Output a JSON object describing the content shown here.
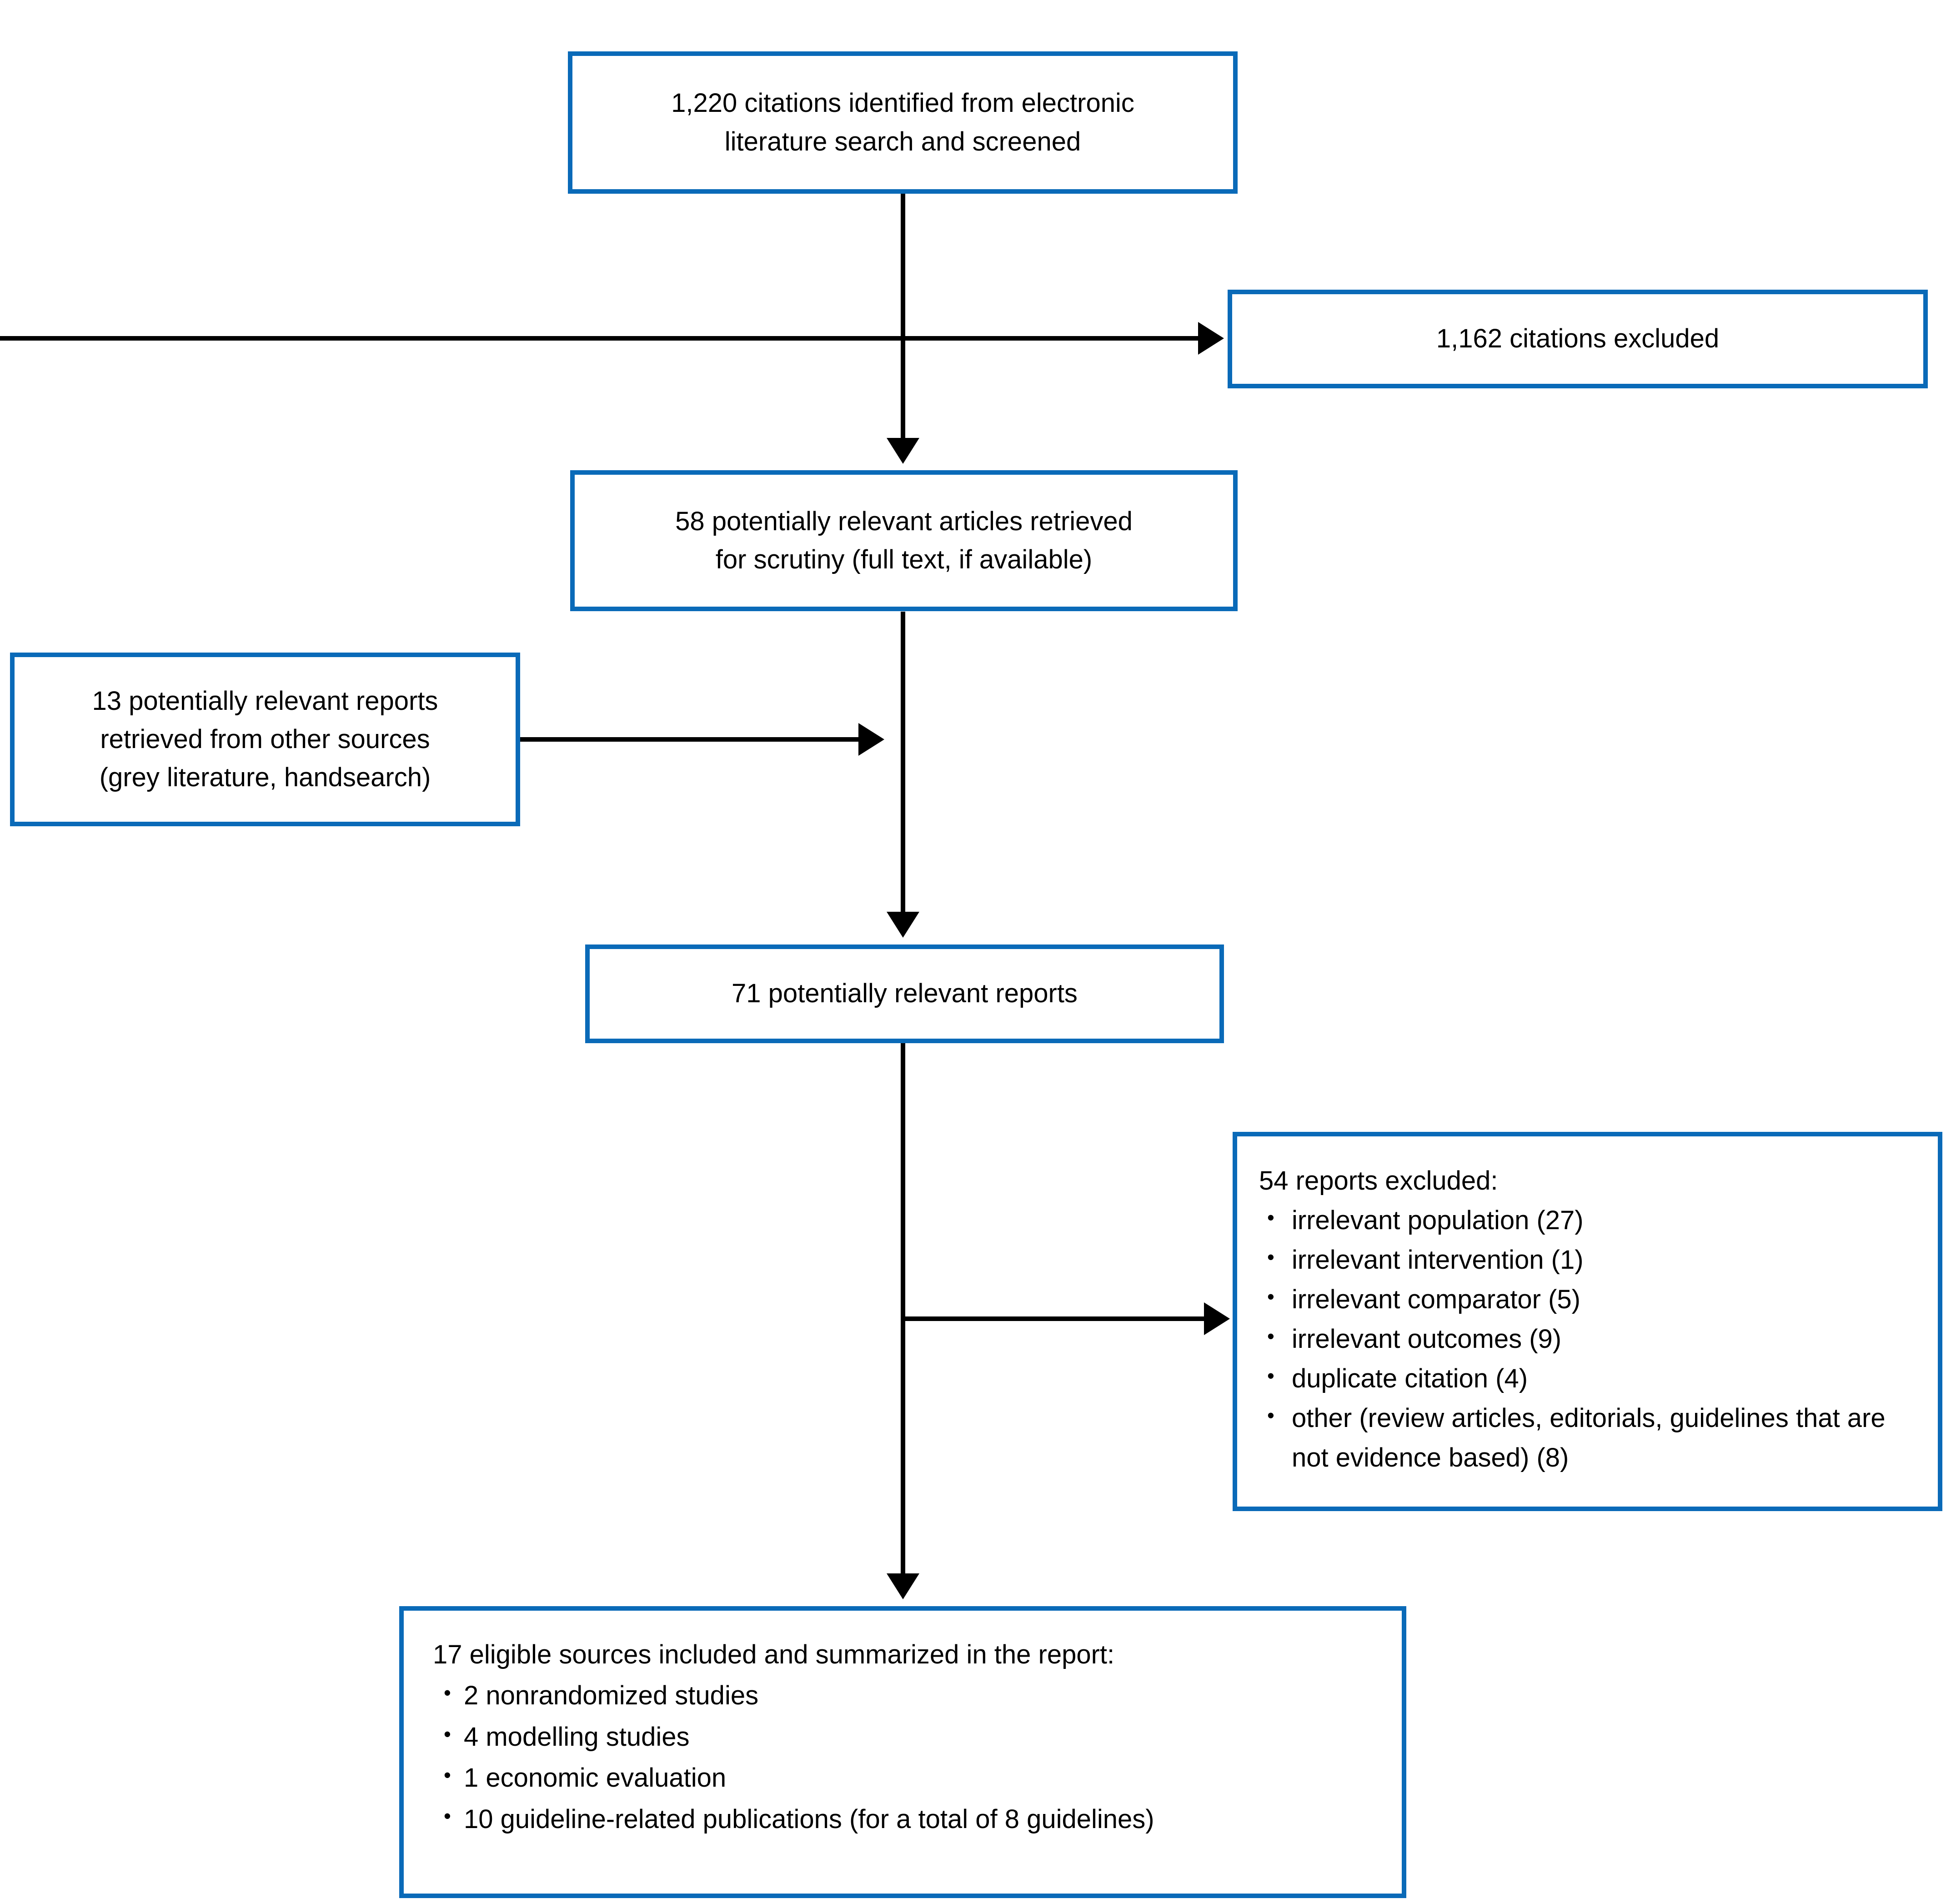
{
  "colors": {
    "box_border": "#0a6ab8",
    "box_background": "#ffffff",
    "arrow": "#000000",
    "text": "#000000"
  },
  "boxes": {
    "identified": {
      "text": "1,220 citations identified from electronic\nliterature search and screened"
    },
    "excluded_citations": {
      "text": "1,162 citations excluded"
    },
    "retrieved": {
      "text": "58 potentially relevant articles retrieved\nfor scrutiny (full text, if available)"
    },
    "other_sources": {
      "text": "13 potentially relevant reports\nretrieved from other sources\n(grey literature, handsearch)"
    },
    "relevant_reports": {
      "text": "71 potentially relevant reports"
    },
    "excluded_reports": {
      "header": "54 reports excluded:",
      "items": [
        "irrelevant population (27)",
        "irrelevant intervention (1)",
        "irrelevant comparator (5)",
        "irrelevant outcomes (9)",
        "duplicate citation (4)",
        "other (review articles, editorials, guidelines that are not evidence based) (8)"
      ]
    },
    "included": {
      "header": "17 eligible sources included and summarized in the report:",
      "items": [
        "2 nonrandomized studies",
        "4 modelling studies",
        "1 economic evaluation",
        "10 guideline-related publications (for a total of 8 guidelines)"
      ]
    }
  }
}
